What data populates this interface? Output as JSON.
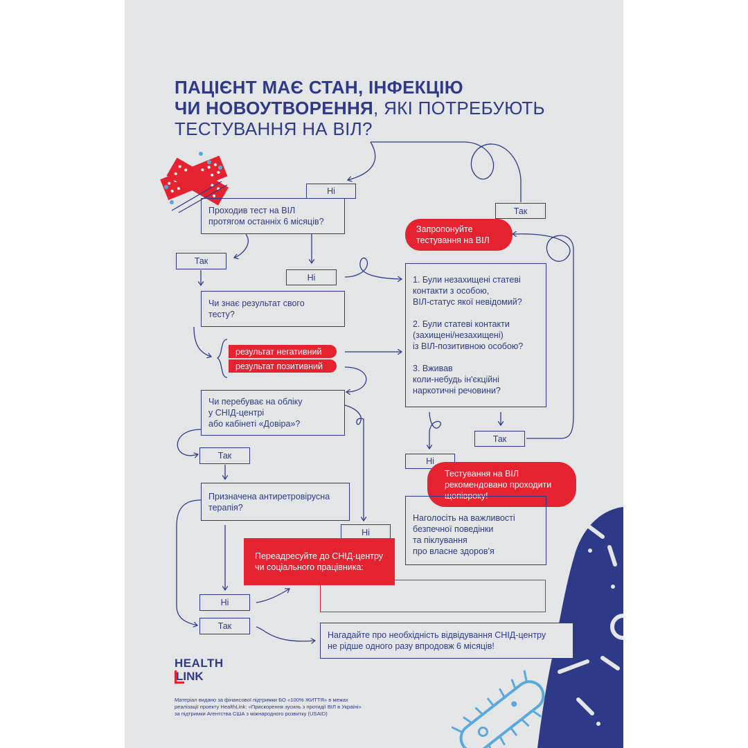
{
  "title": {
    "line1": "ПАЦІЄНТ МАЄ СТАН, ІНФЕКЦІЮ",
    "line2_bold": "ЧИ НОВОУТВОРЕННЯ",
    "line2_rest": ", ЯКІ ПОТРЕБУЮТЬ",
    "line3": "ТЕСТУВАННЯ НА ВІЛ?"
  },
  "labels": {
    "yes": "Так",
    "no": "Ні"
  },
  "questions": {
    "tested_6_months": "Проходив тест на ВІЛ\nпротягом останніх 6 місяців?",
    "knows_result": "Чи знає результат свого\nтесту?",
    "registered": "Чи перебуває на обліку\nу СНІД-центрі\nабо кабінеті «Довіра»?",
    "art_prescribed": "Призначена антиретровірусна\nтерапія?",
    "risk_factors": "1. Були незахищені статеві\nконтакти з особою,\nВІЛ-статус якої невідомий?\n\n2. Були статеві контакти\n(захищені/незахищені)\nіз ВІЛ-позитивною особою?\n\n3. Вживав\nколи-небудь ін'єкційні\nнаркотичні речовини?"
  },
  "results": {
    "negative": "результат негативний",
    "positive": "результат позитивний"
  },
  "actions": {
    "offer_testing": "Запропонуйте\nтестування на ВІЛ",
    "annual_testing": "Тестування на ВІЛ\nрекомендовано проходити\nщопівроку!",
    "safe_behavior": "Наголосіть на важливості\nбезпечної поведінки\nта піклування\nпро власне здоров'я",
    "redirect": "Переадресуйте до СНІД-центру\nчи соціального працівника:",
    "remind_visits": "Нагадайте про необхідність відвідування СНІД-центру\nне рідше одного разу впродовж 6 місяців!"
  },
  "logo": {
    "line1": "HEALTH",
    "line2": "LINK"
  },
  "footer": "Матеріал видано за фінансової підтримки БО «100% ЖИТТЯ» в межах\nреалізації проекту HealthLink: «Прискорення зусиль з протидії ВІЛ в Україні»\nза підтримки Агентства США з міжнародного розвитку (USAID)",
  "colors": {
    "navy": "#2e3a87",
    "red": "#e52330",
    "light_blue": "#5aa9dd",
    "background": "#e4e5e6"
  }
}
